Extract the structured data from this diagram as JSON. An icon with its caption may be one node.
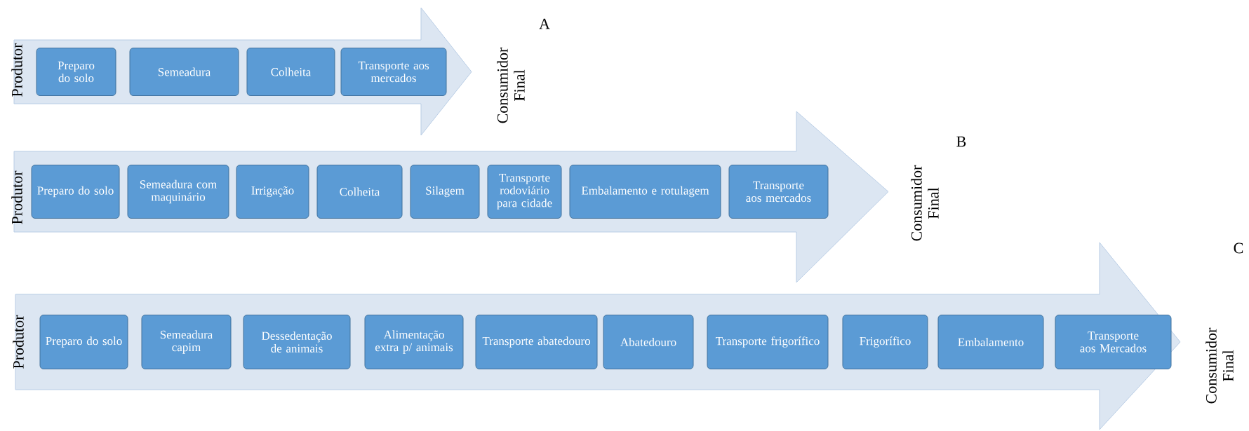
{
  "diagram": {
    "nodes": [
      {
        "text": [],
        "shape": "arrow",
        "beside": [
          "Produtor",
          "Consumidor Final"
        ]
      },
      {
        "text": [
          "Preparo do solo"
        ],
        "in": 0
      },
      {
        "text": [
          "Semeadura"
        ],
        "in": 0
      },
      {
        "text": [
          "Colheita"
        ],
        "in": 0
      },
      {
        "text": [
          "Transporte aos mercados"
        ],
        "in": 0
      },
      {
        "text": [],
        "shape": "arrow",
        "beside": [
          "Produtor",
          "Consumidor Final"
        ]
      },
      {
        "text": [
          "Preparo do solo"
        ],
        "in": 5
      },
      {
        "text": [
          "Semeadura com maquinário"
        ],
        "in": 5
      },
      {
        "text": [
          "Irrigação"
        ],
        "in": 5
      },
      {
        "text": [
          "Colheita"
        ],
        "in": 5
      },
      {
        "text": [
          "Silagem"
        ],
        "in": 5
      },
      {
        "text": [
          "Transporte rodoviário para cidade"
        ],
        "in": 5
      },
      {
        "text": [
          "Embalamento e rotulagem"
        ],
        "in": 5
      },
      {
        "text": [
          "Transporte aos mercados"
        ],
        "in": 5
      },
      {
        "text": [],
        "shape": "arrow",
        "beside": [
          "Produtor",
          "Consumidor Final"
        ]
      },
      {
        "text": [
          "Preparo do solo"
        ],
        "in": 14
      },
      {
        "text": [
          "Semeadura capim"
        ],
        "in": 14
      },
      {
        "text": [
          "Dessedentação de animais"
        ],
        "in": 14
      },
      {
        "text": [
          "Alimentação extra p/ animais"
        ],
        "in": 14
      },
      {
        "text": [
          "Transporte abatedouro"
        ],
        "in": 14
      },
      {
        "text": [
          "Abatedouro"
        ],
        "in": 14
      },
      {
        "text": [
          "Transporte frigorífico"
        ],
        "in": 14
      },
      {
        "text": [
          "Frigorífico"
        ],
        "in": 14
      },
      {
        "text": [
          "Embalamento"
        ],
        "in": 14
      },
      {
        "text": [
          "Transporte aos Mercados"
        ],
        "in": 14
      }
    ],
    "labels": [
      "A",
      "B",
      "C"
    ]
  }
}
